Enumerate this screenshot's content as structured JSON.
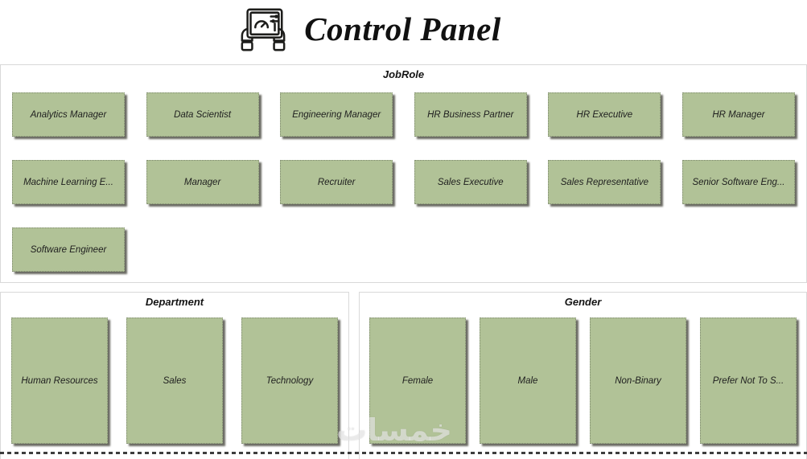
{
  "header": {
    "title": "Control Panel",
    "icon": "control-panel-icon"
  },
  "sections": {
    "jobrole": {
      "title": "JobRole",
      "buttons": [
        "Analytics Manager",
        "Data Scientist",
        "Engineering Manager",
        "HR Business Partner",
        "HR Executive",
        "HR Manager",
        "Machine Learning E...",
        "Manager",
        "Recruiter",
        "Sales Executive",
        "Sales Representative",
        "Senior Software Eng...",
        "Software Engineer"
      ]
    },
    "department": {
      "title": "Department",
      "buttons": [
        "Human Resources",
        "Sales",
        "Technology"
      ]
    },
    "gender": {
      "title": "Gender",
      "buttons": [
        "Female",
        "Male",
        "Non-Binary",
        "Prefer Not To S..."
      ]
    }
  },
  "watermark": "خمسات",
  "colors": {
    "button_fill": "#b1c297",
    "button_border": "#7e8a6e",
    "button_shadow": "#6a6a62",
    "panel_border": "#d9d9d9",
    "dash_color": "#3d3d3d"
  }
}
